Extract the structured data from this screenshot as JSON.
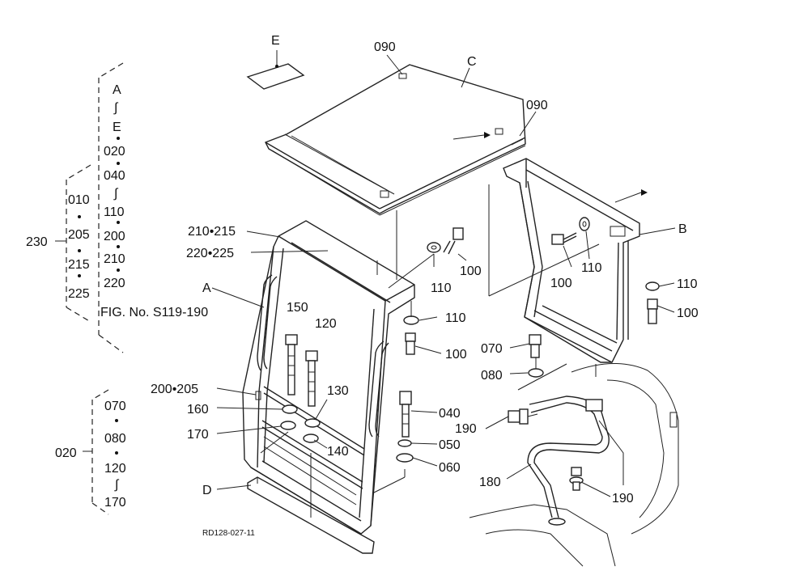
{
  "labels": {
    "e": "E",
    "c": "C",
    "b": "B",
    "a": "A",
    "d": "D",
    "p090_top": "090",
    "p090_right": "090",
    "p210_215": "210•215",
    "p220_225": "220•225",
    "p110_a": "110",
    "p100_a": "100",
    "p110_b": "110",
    "p100_b": "100",
    "p110_c": "110",
    "p100_c": "100",
    "p110_d": "110",
    "p100_d": "100",
    "p150": "150",
    "p120": "120",
    "p200_205": "200•205",
    "p160": "160",
    "p130": "130",
    "p170": "170",
    "p140": "140",
    "p040": "040",
    "p050": "050",
    "p060": "060",
    "p070": "070",
    "p080": "080",
    "p190_a": "190",
    "p190_b": "190",
    "p180": "180"
  },
  "group230": {
    "key": "230",
    "outer": [
      "A",
      "∫",
      "E",
      "020",
      "040",
      "∫",
      "110",
      "200",
      "210",
      "220"
    ],
    "inner": [
      "010",
      "205",
      "215",
      "225"
    ],
    "fig": "FIG. No. S119-190"
  },
  "group020": {
    "key": "020",
    "items": [
      "070",
      "080",
      "120",
      "∫",
      "170"
    ]
  },
  "ref": "RD128-027-11"
}
